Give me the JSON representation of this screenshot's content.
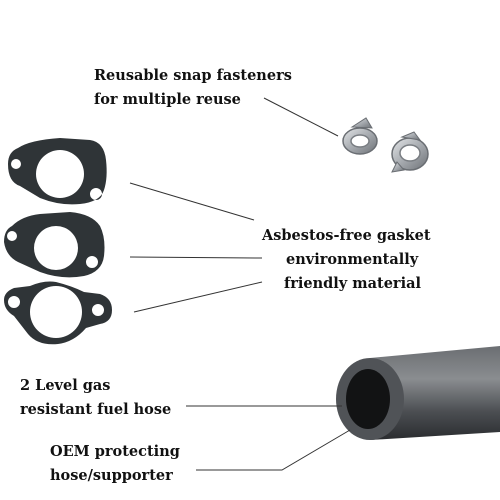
{
  "callouts": {
    "fasteners": {
      "line1": "Reusable snap fasteners",
      "line2": "for multiple reuse"
    },
    "gasket": {
      "line1": "Asbestos-free gasket",
      "line2": "environmentally",
      "line3": "friendly material"
    },
    "hose": {
      "line1": "2 Level gas",
      "line2": "resistant fuel hose"
    },
    "protect": {
      "line1": "OEM protecting",
      "line2": "hose/supporter"
    }
  },
  "colors": {
    "gasket": "#2f3437",
    "hose": "#4a4d50",
    "clip": "#b8bcc0",
    "leader": "#333333"
  }
}
